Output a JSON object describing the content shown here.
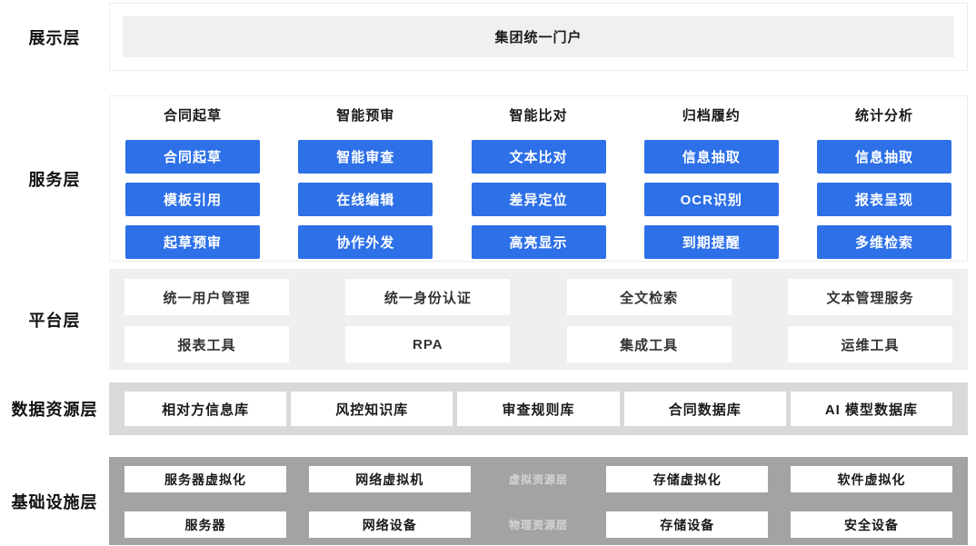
{
  "accent_color": "#2d70e8",
  "layers": {
    "presentation": {
      "label": "展示层",
      "portal": "集团统一门户"
    },
    "service": {
      "label": "服务层",
      "columns": [
        {
          "header": "合同起草",
          "items": [
            "合同起草",
            "模板引用",
            "起草预审"
          ]
        },
        {
          "header": "智能预审",
          "items": [
            "智能审查",
            "在线编辑",
            "协作外发"
          ]
        },
        {
          "header": "智能比对",
          "items": [
            "文本比对",
            "差异定位",
            "高亮显示"
          ]
        },
        {
          "header": "归档履约",
          "items": [
            "信息抽取",
            "OCR识别",
            "到期提醒"
          ]
        },
        {
          "header": "统计分析",
          "items": [
            "信息抽取",
            "报表呈现",
            "多维检索"
          ]
        }
      ]
    },
    "platform": {
      "label": "平台层",
      "rows": [
        [
          "统一用户管理",
          "统一身份认证",
          "全文检索",
          "文本管理服务"
        ],
        [
          "报表工具",
          "RPA",
          "集成工具",
          "运维工具"
        ]
      ]
    },
    "data": {
      "label": "数据资源层",
      "items": [
        "相对方信息库",
        "风控知识库",
        "审查规则库",
        "合同数据库",
        "AI 模型数据库"
      ]
    },
    "infrastructure": {
      "label": "基础设施层",
      "rows": [
        {
          "sublabel": "虚拟资源层",
          "items": [
            "服务器虚拟化",
            "网络虚拟机",
            "存储虚拟化",
            "软件虚拟化"
          ]
        },
        {
          "sublabel": "物理资源层",
          "items": [
            "服务器",
            "网络设备",
            "存储设备",
            "安全设备"
          ]
        }
      ]
    }
  }
}
